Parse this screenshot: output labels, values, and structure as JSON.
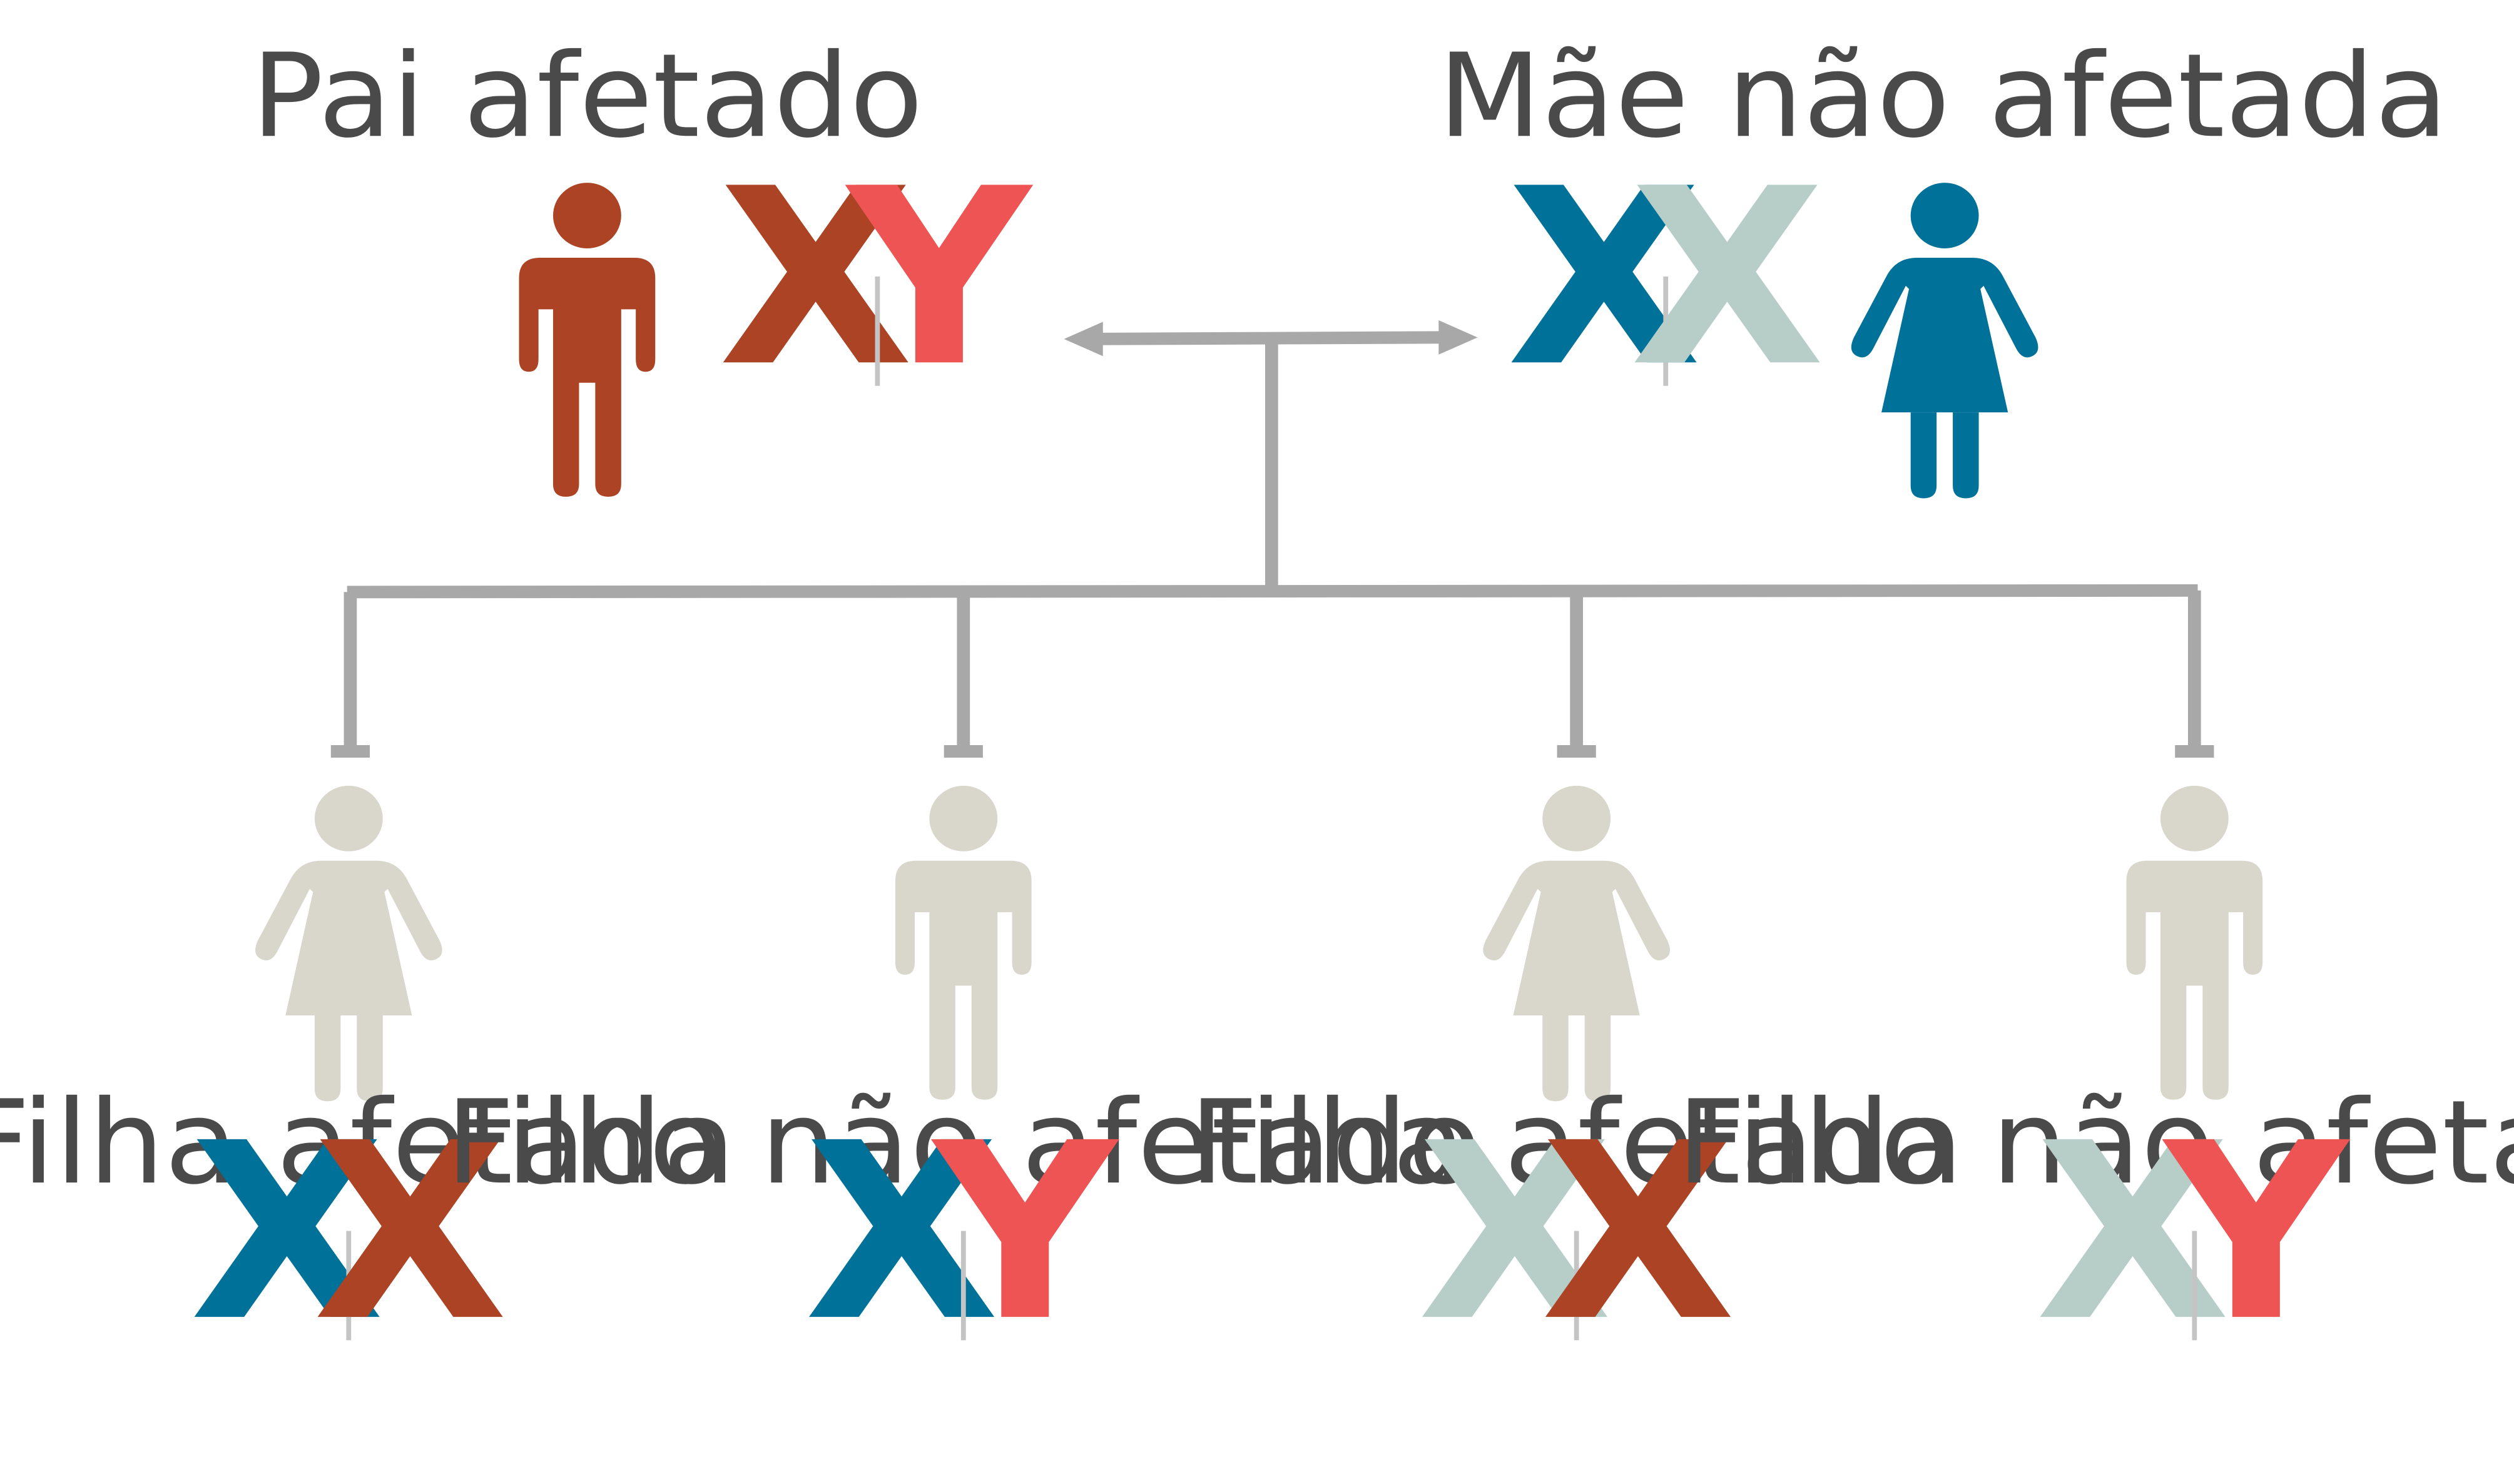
{
  "colors": {
    "affected_father": "#ab4324",
    "unaffected_mother": "#00729a",
    "child": "#d9d7cc",
    "chrom_x_affected": "#ab4324",
    "chrom_x_mother": "#00729a",
    "chrom_x_light": "#b7cdc7",
    "chrom_y": "#ee5453",
    "connector": "#a8a8a8"
  },
  "parents": [
    {
      "id": "father",
      "label": "Pai afetado",
      "figure": "male",
      "figure_color": "#ab4324",
      "chromosomes": [
        {
          "letter": "X",
          "color": "#ab4324"
        },
        {
          "letter": "Y",
          "color": "#ee5453"
        }
      ]
    },
    {
      "id": "mother",
      "label": "Mãe não afetada",
      "figure": "female",
      "figure_color": "#00729a",
      "chromosomes": [
        {
          "letter": "X",
          "color": "#00729a"
        },
        {
          "letter": "X",
          "color": "#b7cdc7"
        }
      ]
    }
  ],
  "children": [
    {
      "label": "Filha afetada",
      "figure": "female",
      "figure_color": "#d9d7cc",
      "chromosomes": [
        {
          "letter": "X",
          "color": "#00729a"
        },
        {
          "letter": "X",
          "color": "#ab4324"
        }
      ]
    },
    {
      "label": "Filho não afetado",
      "figure": "male",
      "figure_color": "#d9d7cc",
      "chromosomes": [
        {
          "letter": "X",
          "color": "#00729a"
        },
        {
          "letter": "Y",
          "color": "#ee5453"
        }
      ]
    },
    {
      "label": "Filha afetada",
      "figure": "female",
      "figure_color": "#d9d7cc",
      "chromosomes": [
        {
          "letter": "X",
          "color": "#b7cdc7"
        },
        {
          "letter": "X",
          "color": "#ab4324"
        }
      ]
    },
    {
      "label": "Filho não afetado",
      "figure": "male",
      "figure_color": "#d9d7cc",
      "chromosomes": [
        {
          "letter": "X",
          "color": "#b7cdc7"
        },
        {
          "letter": "Y",
          "color": "#ee5453"
        }
      ]
    }
  ]
}
